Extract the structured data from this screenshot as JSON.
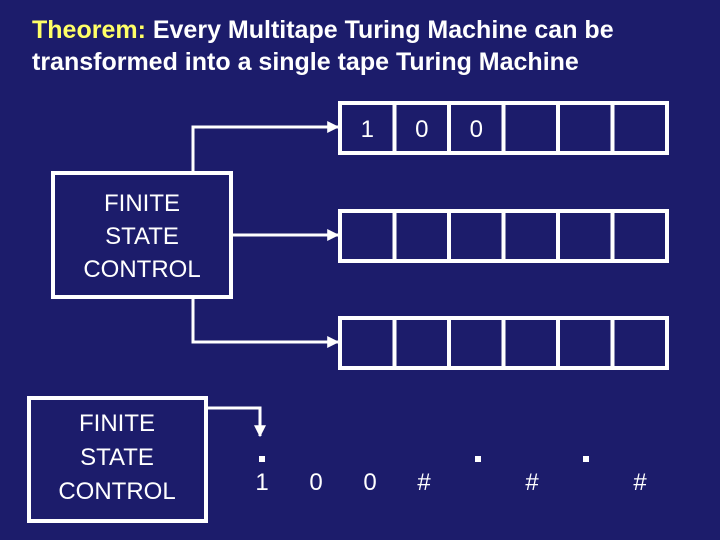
{
  "title": {
    "keyword": "Theorem:",
    "text": " Every Multitape Turing Machine can be transformed into a single tape Turing Machine"
  },
  "multitape": {
    "control_label": [
      "FINITE",
      "STATE",
      "CONTROL"
    ],
    "tapes": [
      [
        "1",
        "0",
        "0",
        "",
        "",
        ""
      ],
      [
        "",
        "",
        "",
        "",
        "",
        ""
      ],
      [
        "",
        "",
        "",
        "",
        "",
        ""
      ]
    ]
  },
  "single_tape": {
    "control_label": [
      "FINITE",
      "STATE",
      "CONTROL"
    ],
    "cells": [
      "1",
      "0",
      "0",
      "#",
      "",
      "#",
      "",
      "#"
    ],
    "marked_cells": [
      0,
      4,
      6
    ]
  },
  "colors": {
    "background": "#1c1c6b",
    "foreground": "#ffffff",
    "keyword": "#ffff66"
  }
}
